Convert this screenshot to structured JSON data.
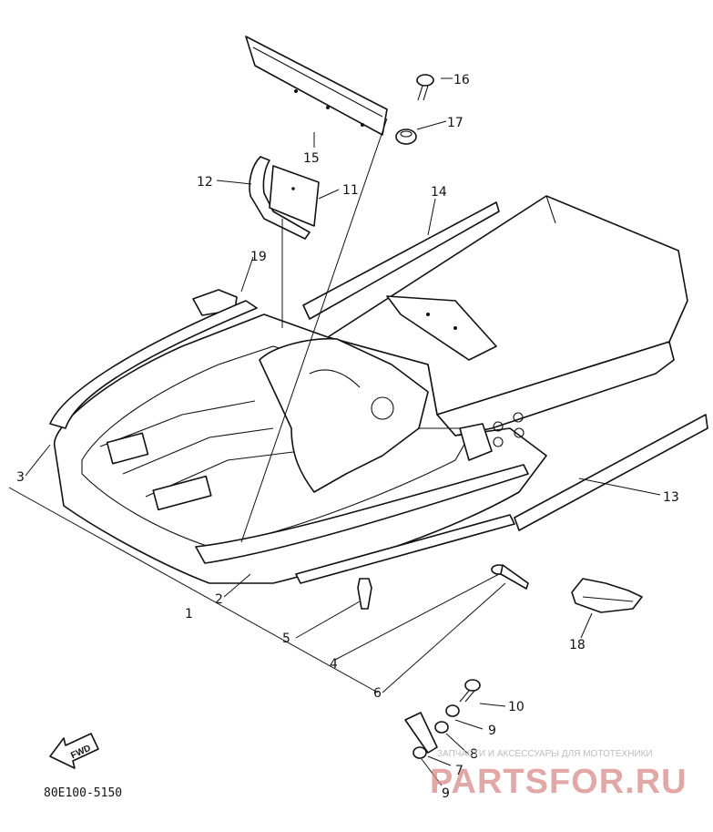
{
  "diagram": {
    "part_code": "80E100-5150",
    "fwd_label": "FWD",
    "callouts": [
      {
        "id": "c1",
        "text": "1"
      },
      {
        "id": "c2",
        "text": "2"
      },
      {
        "id": "c3",
        "text": "3"
      },
      {
        "id": "c4",
        "text": "4"
      },
      {
        "id": "c5",
        "text": "5"
      },
      {
        "id": "c6",
        "text": "6"
      },
      {
        "id": "c7",
        "text": "7"
      },
      {
        "id": "c8",
        "text": "8"
      },
      {
        "id": "c9a",
        "text": "9"
      },
      {
        "id": "c9b",
        "text": "9"
      },
      {
        "id": "c10",
        "text": "10"
      },
      {
        "id": "c11",
        "text": "11"
      },
      {
        "id": "c12",
        "text": "12"
      },
      {
        "id": "c13",
        "text": "13"
      },
      {
        "id": "c14",
        "text": "14"
      },
      {
        "id": "c15",
        "text": "15"
      },
      {
        "id": "c16",
        "text": "16"
      },
      {
        "id": "c17",
        "text": "17"
      },
      {
        "id": "c18",
        "text": "18"
      },
      {
        "id": "c19",
        "text": "19"
      }
    ]
  },
  "watermark": {
    "caption": "ЗАПЧАСТИ И АКСЕССУАРЫ ДЛЯ МОТОТЕХНИКИ",
    "brand": "PARTSFOR.RU",
    "color": "#d98c8c"
  }
}
